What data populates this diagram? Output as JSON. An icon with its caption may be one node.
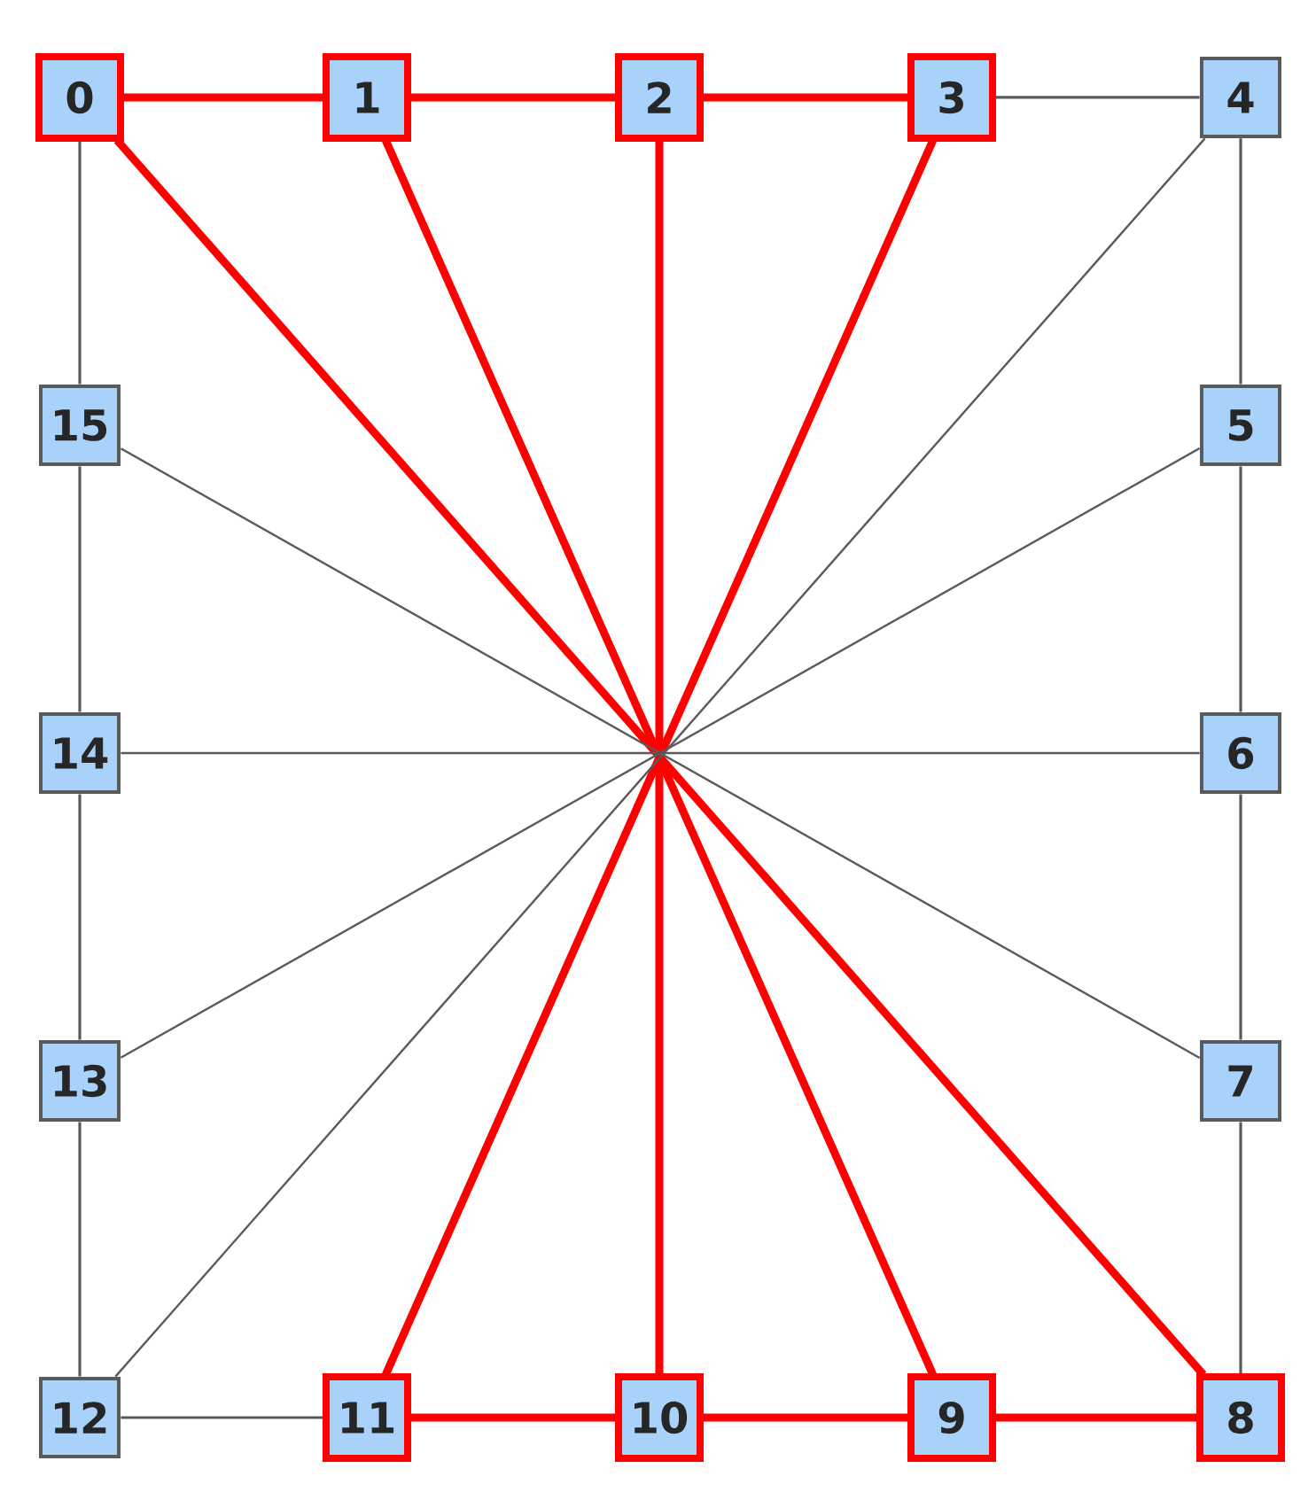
{
  "diagram": {
    "nodes": [
      {
        "text": [
          "0"
        ]
      },
      {
        "text": [
          "1"
        ]
      },
      {
        "text": [
          "2"
        ]
      },
      {
        "text": [
          "3"
        ]
      },
      {
        "text": [
          "4"
        ]
      },
      {
        "text": [
          "5"
        ]
      },
      {
        "text": [
          "6"
        ]
      },
      {
        "text": [
          "7"
        ]
      },
      {
        "text": [
          "8"
        ]
      },
      {
        "text": [
          "9"
        ]
      },
      {
        "text": [
          "10"
        ]
      },
      {
        "text": [
          "11"
        ]
      },
      {
        "text": [
          "12"
        ]
      },
      {
        "text": [
          "13"
        ]
      },
      {
        "text": [
          "14"
        ]
      },
      {
        "text": [
          "15"
        ]
      }
    ],
    "edges": [
      {
        "from": 0,
        "to": 1,
        "arrow": "none",
        "style": "thick",
        "color": "#ff0000"
      },
      {
        "from": 1,
        "to": 2,
        "arrow": "none",
        "style": "thick",
        "color": "#ff0000"
      },
      {
        "from": 2,
        "to": 3,
        "arrow": "none",
        "style": "thick",
        "color": "#ff0000"
      },
      {
        "from": 3,
        "to": 4,
        "arrow": "none"
      },
      {
        "from": 4,
        "to": 5,
        "arrow": "none"
      },
      {
        "from": 5,
        "to": 6,
        "arrow": "none"
      },
      {
        "from": 6,
        "to": 7,
        "arrow": "none"
      },
      {
        "from": 7,
        "to": 8,
        "arrow": "none"
      },
      {
        "from": 8,
        "to": 9,
        "arrow": "none",
        "style": "thick",
        "color": "#ff0000"
      },
      {
        "from": 9,
        "to": 10,
        "arrow": "none",
        "style": "thick",
        "color": "#ff0000"
      },
      {
        "from": 10,
        "to": 11,
        "arrow": "none",
        "style": "thick",
        "color": "#ff0000"
      },
      {
        "from": 11,
        "to": 12,
        "arrow": "none"
      },
      {
        "from": 12,
        "to": 13,
        "arrow": "none"
      },
      {
        "from": 13,
        "to": 14,
        "arrow": "none"
      },
      {
        "from": 14,
        "to": 15,
        "arrow": "none"
      },
      {
        "from": 15,
        "to": 0,
        "arrow": "none"
      },
      {
        "from": 0,
        "to": 8,
        "arrow": "none",
        "style": "thick",
        "color": "#ff0000"
      },
      {
        "from": 1,
        "to": 9,
        "arrow": "none",
        "style": "thick",
        "color": "#ff0000"
      },
      {
        "from": 2,
        "to": 10,
        "arrow": "none",
        "style": "thick",
        "color": "#ff0000"
      },
      {
        "from": 3,
        "to": 11,
        "arrow": "none",
        "style": "thick",
        "color": "#ff0000"
      },
      {
        "from": 4,
        "to": 12,
        "arrow": "none"
      },
      {
        "from": 5,
        "to": 13,
        "arrow": "none"
      },
      {
        "from": 6,
        "to": 14,
        "arrow": "none"
      },
      {
        "from": 7,
        "to": 15,
        "arrow": "none"
      }
    ]
  }
}
